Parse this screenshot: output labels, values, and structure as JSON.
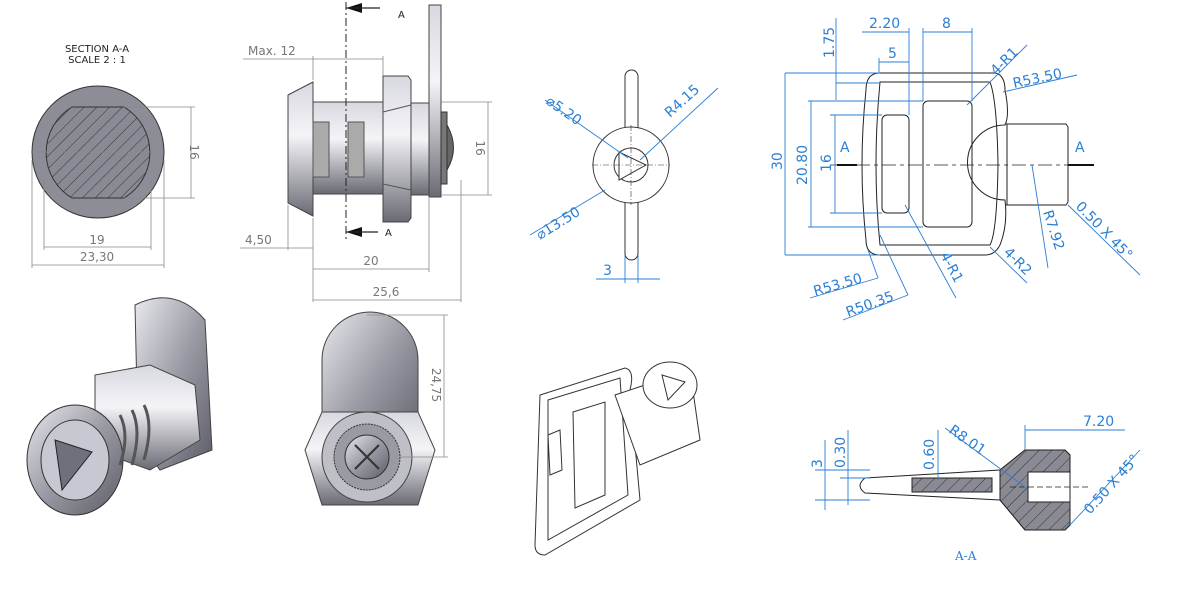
{
  "section_view": {
    "title": "SECTION A-A",
    "scale": "SCALE 2 : 1",
    "dim_height": "16",
    "dim_width_inner": "19",
    "dim_width_outer": "23,30"
  },
  "side_view": {
    "cut_label_top": "A",
    "cut_label_bottom": "A",
    "dim_max": "Max. 12",
    "dim_height": "16",
    "dim_flange": "4,50",
    "dim_body": "20",
    "dim_total": "25,6"
  },
  "front_view": {
    "dim_height": "24,75"
  },
  "key_end_view": {
    "dim_hole": "⌀5.20",
    "dim_radius": "R4.15",
    "dim_dia": "⌀13.50",
    "dim_thickness": "3"
  },
  "key_top_view": {
    "dim_175": "1.75",
    "dim_220": "2.20",
    "dim_8": "8",
    "dim_5": "5",
    "dim_4r1_top": "4-R1",
    "dim_r5350_top": "R53.50",
    "dim_30": "30",
    "dim_2080": "20.80",
    "dim_16": "16",
    "cut_a_left": "A",
    "cut_a_right": "A",
    "dim_r5350_bottom": "R53.50",
    "dim_r5035": "R50.35",
    "dim_4r1_bottom": "4-R1",
    "dim_4r2": "4-R2",
    "dim_r792": "R7.92",
    "dim_chamfer": "0.50 X 45°"
  },
  "key_section_view": {
    "dim_3": "3",
    "dim_030": "0.30",
    "dim_060": "0.60",
    "dim_r801": "R8.01",
    "dim_720": "7.20",
    "dim_chamfer": "0.50 X 45°",
    "label": "A-A"
  },
  "colors": {
    "dimension_blue": "#2b7fd4",
    "dimension_gray": "#888888"
  }
}
